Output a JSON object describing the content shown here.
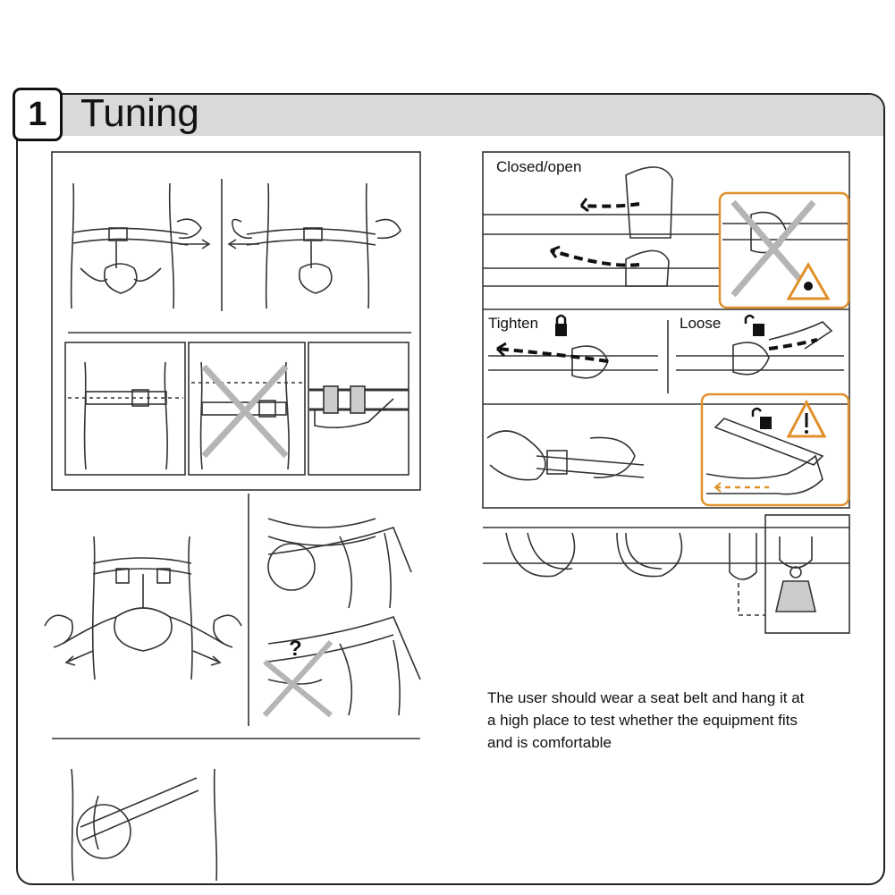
{
  "section": {
    "number": "1",
    "title": "Tuning"
  },
  "labels": {
    "closed_open": "Closed/open",
    "tighten": "Tighten",
    "loose": "Loose",
    "question": "?"
  },
  "note": {
    "line1": "The user should wear a seat belt and hang it at",
    "line2": "a high place to test whether the equipment fits",
    "line3": "and is comfortable"
  },
  "colors": {
    "warning_orange": "#e0902a",
    "line": "#333333",
    "cross_gray": "#b5b5b5",
    "header_band": "#d9d9d9"
  }
}
